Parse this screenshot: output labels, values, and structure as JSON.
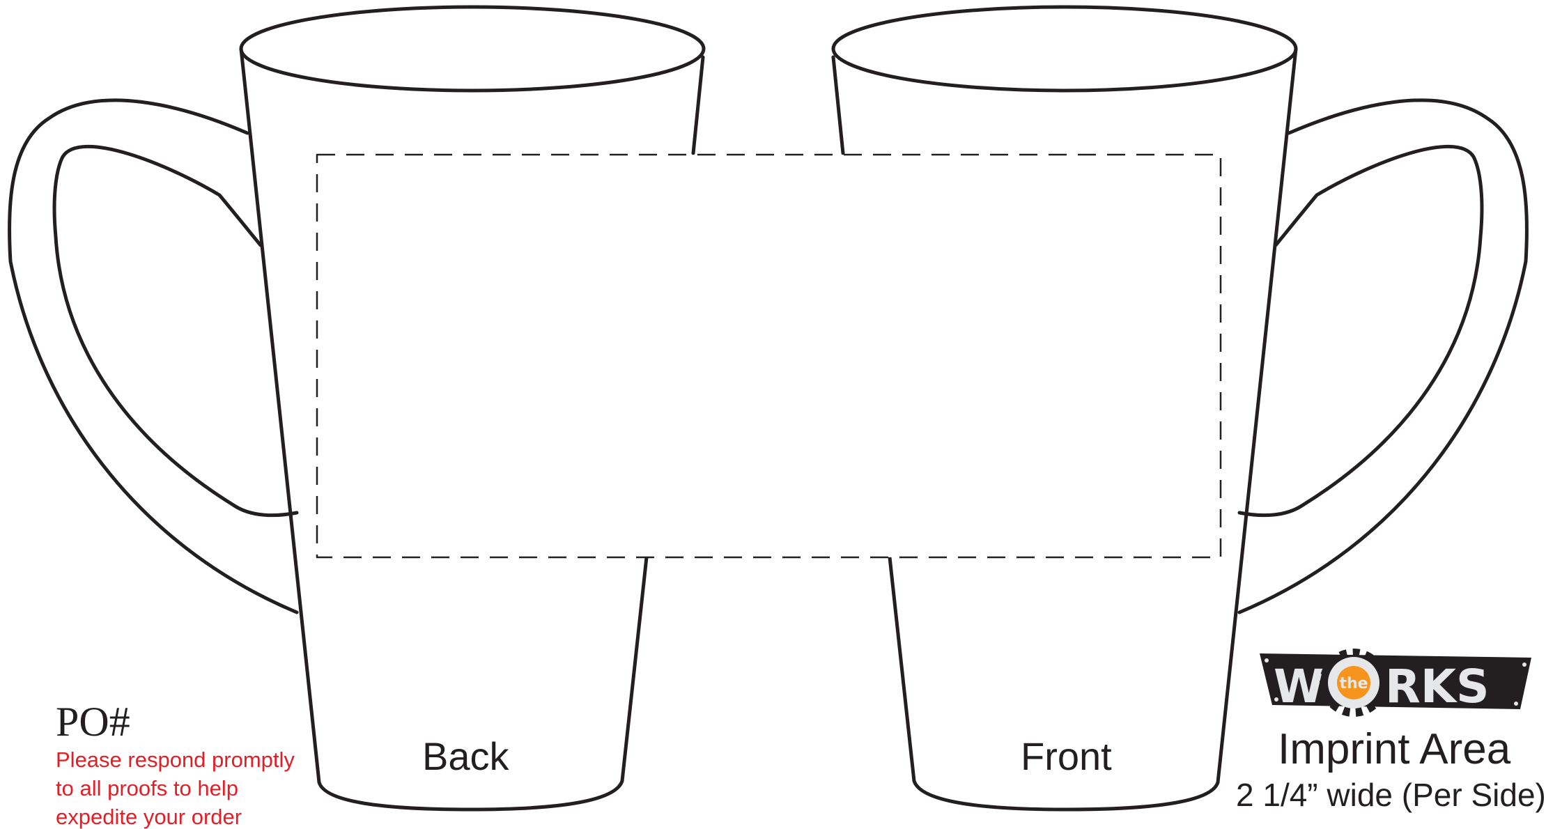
{
  "views": {
    "back_label": "Back",
    "front_label": "Front"
  },
  "order": {
    "po_label": "PO#",
    "notice_lines": [
      "Please respond promptly",
      "to all proofs to help",
      "expedite your order"
    ]
  },
  "imprint": {
    "title": "Imprint Area",
    "width": "2 1/4” wide (Per Side)"
  },
  "logo": {
    "text_left": "W",
    "text_center": "the",
    "text_right": "RKS"
  },
  "colors": {
    "outline": "#231f20",
    "notice": "#e21f26",
    "logo_background": "#231f20",
    "logo_letters": "#e6e7e8",
    "logo_accent": "#f7941d"
  }
}
